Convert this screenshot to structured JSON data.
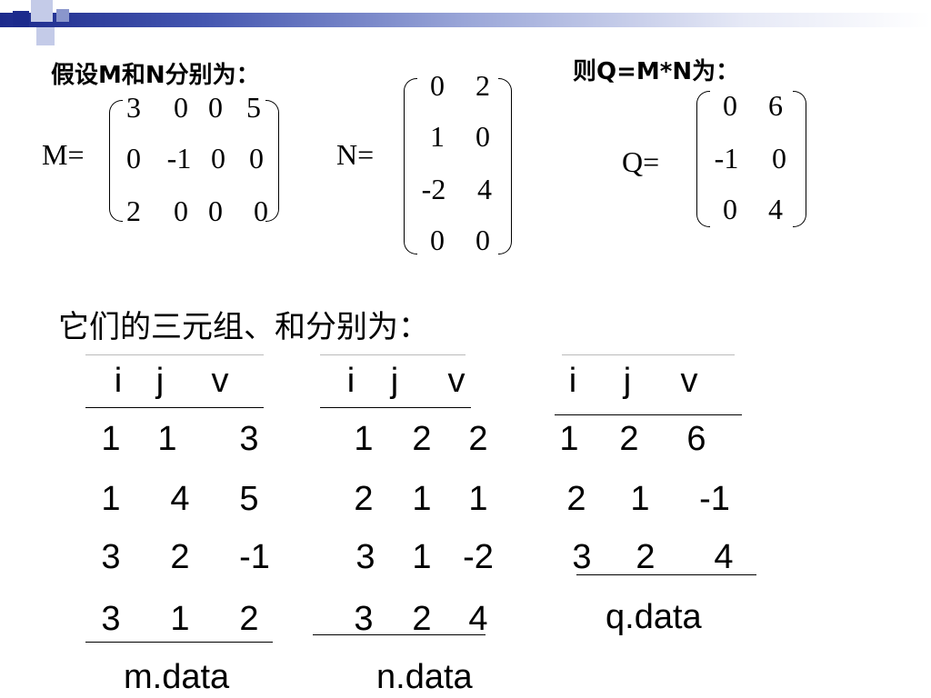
{
  "heading_mn": "假设M和N分别为：",
  "heading_q": "则Q=M*N为：",
  "matrix_m": {
    "label": "M=",
    "rows": [
      [
        "3",
        "0",
        "0",
        "5"
      ],
      [
        "0",
        "-1",
        "0",
        "0"
      ],
      [
        "2",
        "0",
        "0",
        "0"
      ]
    ]
  },
  "matrix_n": {
    "label": "N=",
    "rows": [
      [
        "0",
        "2"
      ],
      [
        "1",
        "0"
      ],
      [
        "-2",
        "4"
      ],
      [
        "0",
        "0"
      ]
    ]
  },
  "matrix_q": {
    "label": "Q=",
    "rows": [
      [
        "0",
        "6"
      ],
      [
        "-1",
        "0"
      ],
      [
        "0",
        "4"
      ]
    ]
  },
  "triples_heading": "它们的三元组、和分别为：",
  "table_m": {
    "headers": [
      "i",
      "j",
      "v"
    ],
    "rows": [
      [
        "1",
        "1",
        "3"
      ],
      [
        "1",
        "4",
        "5"
      ],
      [
        "3",
        "2",
        "-1"
      ],
      [
        "3",
        "1",
        "2"
      ]
    ],
    "caption": "m.data"
  },
  "table_n": {
    "headers": [
      "i",
      "j",
      "v"
    ],
    "rows": [
      [
        "1",
        "2",
        "2"
      ],
      [
        "2",
        "1",
        "1"
      ],
      [
        "3",
        "1",
        "-2"
      ],
      [
        "3",
        "2",
        "4"
      ]
    ],
    "caption": "n.data"
  },
  "table_q": {
    "headers": [
      "i",
      "j",
      "v"
    ],
    "rows": [
      [
        "1",
        "2",
        "6"
      ],
      [
        "2",
        "1",
        "-1"
      ],
      [
        "3",
        "2",
        "4"
      ]
    ],
    "caption": "q.data"
  },
  "colors": {
    "accent": "#1c2a8c",
    "accent_light": "#9aa6d8"
  }
}
